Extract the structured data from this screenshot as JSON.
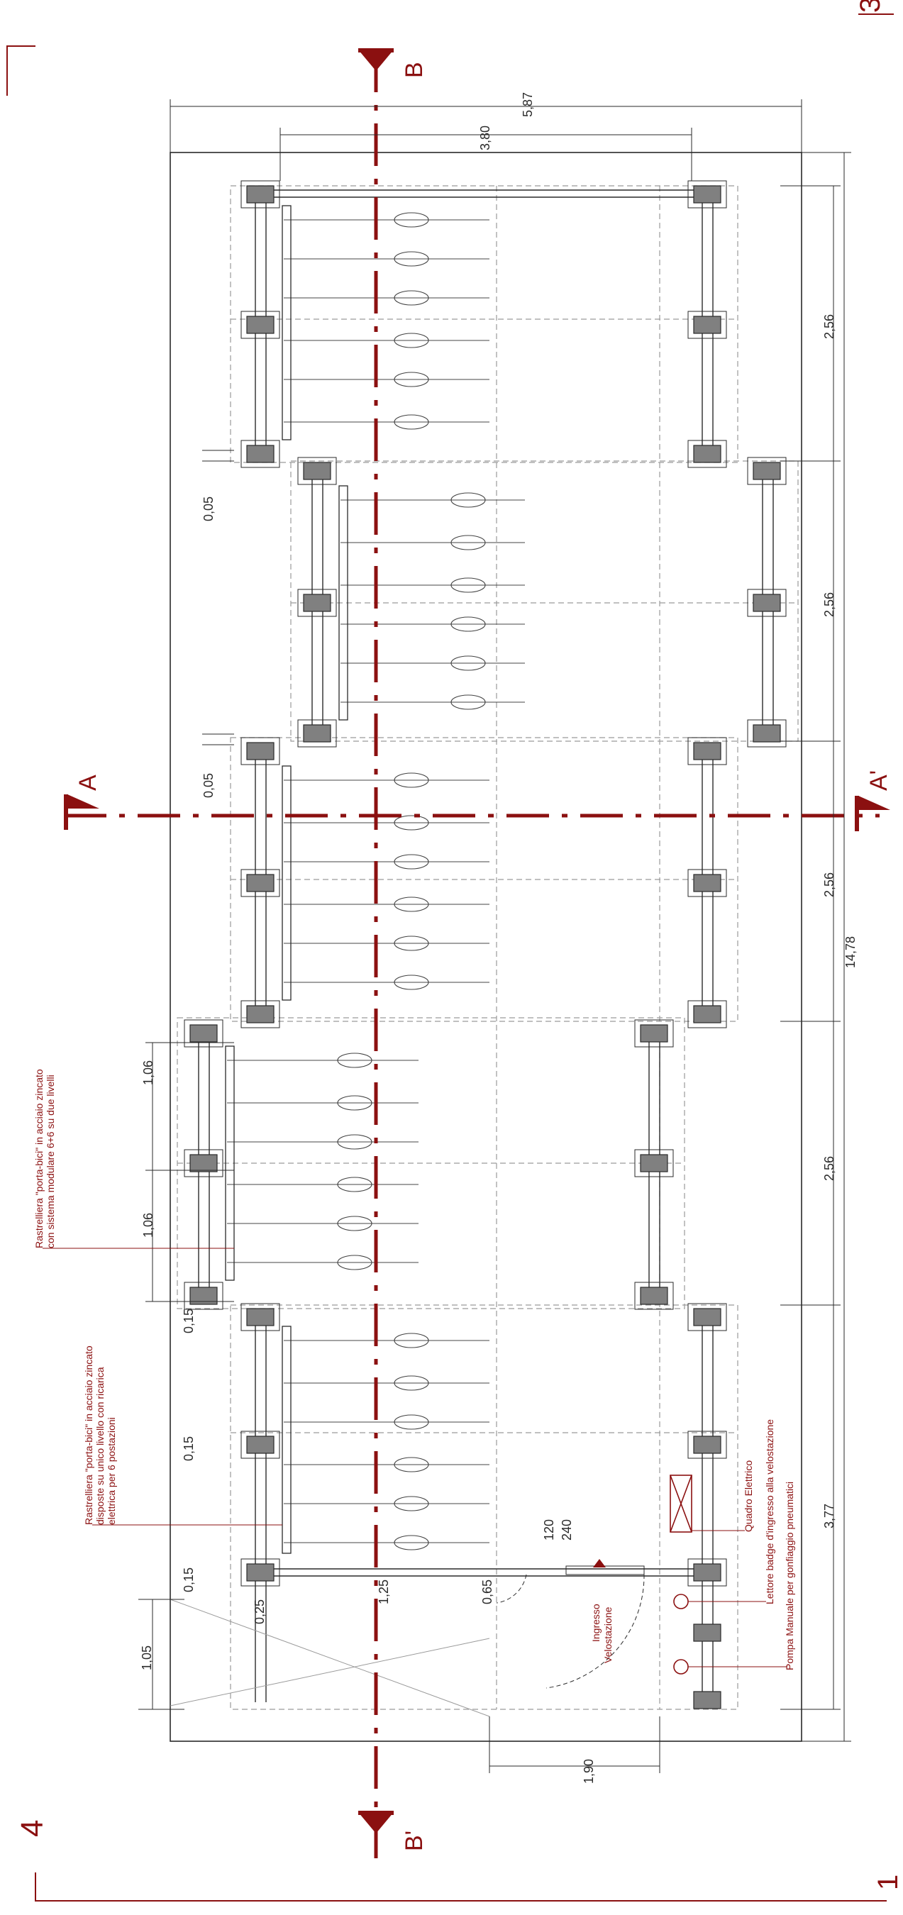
{
  "sheet": {
    "corner_top": "3",
    "corner_left": "4",
    "corner_bottom": "1"
  },
  "sections": {
    "a": "A",
    "a_prime": "A'",
    "b": "B",
    "b_prime": "B'"
  },
  "dimensions": {
    "width_total": "5,87",
    "width_inner": "3,80",
    "length_total": "14,78",
    "module_1": "2,56",
    "module_2": "2,56",
    "module_3": "2,56",
    "module_4": "2,56",
    "module_5": "3,77",
    "gap_1": "0,05",
    "gap_2": "0,05",
    "rack_1": "1,06",
    "rack_2": "1,06",
    "offset_1": "0,15",
    "offset_2": "0,15",
    "offset_3": "0,15",
    "post": "0,25",
    "door_a": "1,25",
    "door_b": "0,65",
    "entrance": "1,05",
    "bottom": "1,90",
    "door_120": "120",
    "door_240": "240"
  },
  "labels": {
    "rack_double_line1": "Rastrelliera \"porta-bici\" in acciaio zincato",
    "rack_double_line2": "con sistema modulare 6+6 su due livelli",
    "rack_single_line1": "Rastrelliera \"porta-bici\" in acciaio zincato",
    "rack_single_line2": "disposte  su  unico  livello  con  ricarica",
    "rack_single_line3": "elettrica per 6 postazioni",
    "panel": "Quadro Elettrico",
    "reader": "Lettore badge d'ingresso alla velostazione",
    "pump": "Pompa Manuale per gonfiaggio pneumatici",
    "entrance_line1": "Ingresso",
    "entrance_line2": "Velostazione"
  },
  "colors": {
    "line": "#2a2a2a",
    "dashed": "#9a9a9a",
    "accent": "#8b1010",
    "column": "#808080"
  }
}
